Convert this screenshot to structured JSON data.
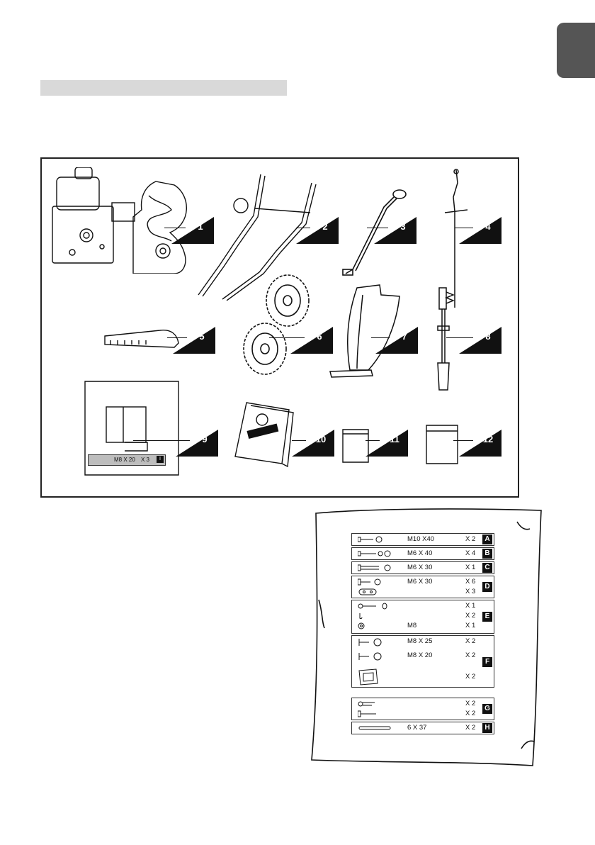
{
  "parts": [
    {
      "num": "1",
      "icon": "auger-housing-icon"
    },
    {
      "num": "2",
      "icon": "handle-assembly-icon"
    },
    {
      "num": "3",
      "icon": "chute-rod-icon"
    },
    {
      "num": "4",
      "icon": "control-rod-icon"
    },
    {
      "num": "5",
      "icon": "shift-plate-icon"
    },
    {
      "num": "6",
      "icon": "wheels-icon"
    },
    {
      "num": "7",
      "icon": "discharge-chute-icon"
    },
    {
      "num": "8",
      "icon": "chute-crank-icon"
    },
    {
      "num": "9",
      "icon": "bracket-bag-icon"
    },
    {
      "num": "10",
      "icon": "manual-icon"
    },
    {
      "num": "11",
      "icon": "small-bag-icon"
    },
    {
      "num": "12",
      "icon": "bag-icon"
    }
  ],
  "bag9": {
    "size": "M8 X 20",
    "qty": "X 3",
    "letter": "I"
  },
  "hardware": [
    {
      "letter": "A",
      "rows": [
        {
          "size": "M10 X40",
          "qty": "X 2"
        }
      ]
    },
    {
      "letter": "B",
      "rows": [
        {
          "size": "M6 X 40",
          "qty": "X 4"
        }
      ]
    },
    {
      "letter": "C",
      "rows": [
        {
          "size": "M6 X 30",
          "qty": "X 1"
        }
      ]
    },
    {
      "letter": "D",
      "rows": [
        {
          "size": "M6 X 30",
          "qty": "X 6"
        },
        {
          "size": "",
          "qty": "X 3"
        }
      ]
    },
    {
      "letter": "E",
      "rows": [
        {
          "size": "",
          "qty": "X 1"
        },
        {
          "size": "",
          "qty": "X 2"
        },
        {
          "size": "M8",
          "qty": "X 1"
        }
      ]
    },
    {
      "letter": "F",
      "rows": [
        {
          "size": "M8 X 25",
          "qty": "X 2"
        },
        {
          "size": "M8 X 20",
          "qty": "X 2"
        },
        {
          "size": "",
          "qty": "X 2"
        }
      ]
    },
    {
      "letter": "G",
      "rows": [
        {
          "size": "",
          "qty": "X 2"
        },
        {
          "size": "",
          "qty": "X 2"
        }
      ]
    },
    {
      "letter": "H",
      "rows": [
        {
          "size": "6 X 37",
          "qty": "X 2"
        }
      ]
    }
  ]
}
